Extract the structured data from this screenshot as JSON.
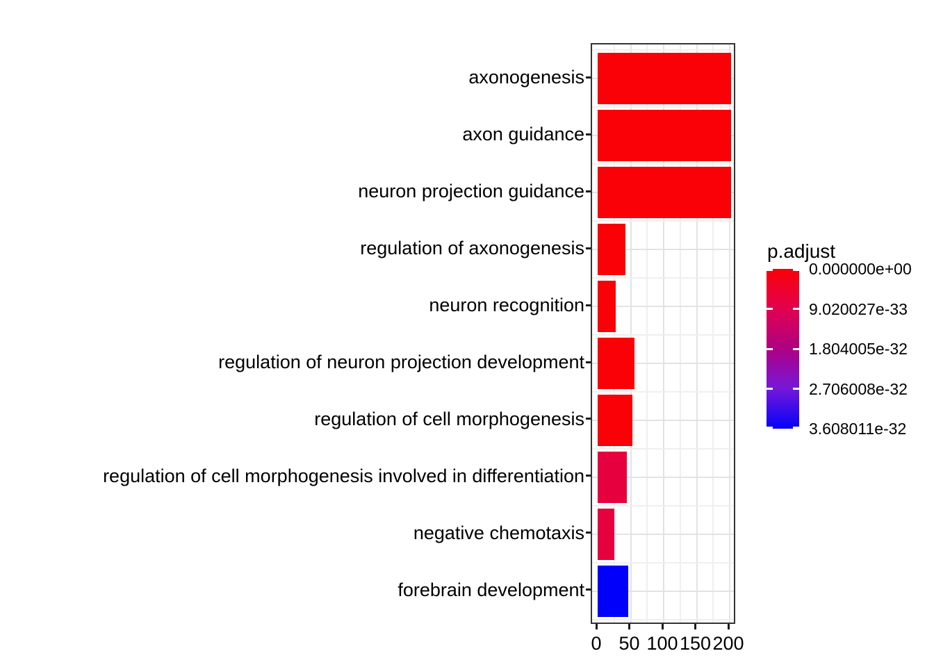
{
  "figure": {
    "background": "#ffffff",
    "description": "horizontal GO enrichment bar plot"
  },
  "chart_data": {
    "type": "bar",
    "orientation": "horizontal",
    "title": "",
    "xlabel": "",
    "ylabel": "",
    "categories": [
      "axonogenesis",
      "axon guidance",
      "neuron projection guidance",
      "regulation of axonogenesis",
      "neuron recognition",
      "regulation of neuron projection development",
      "regulation of cell morphogenesis",
      "regulation of cell morphogenesis involved in differentiation",
      "negative chemotaxis",
      "forebrain development"
    ],
    "values": [
      202,
      202,
      202,
      42,
      27,
      56,
      53,
      44,
      25,
      46
    ],
    "bar_colors": [
      "#f90106",
      "#f90106",
      "#f90106",
      "#f90106",
      "#f90106",
      "#f90106",
      "#f90106",
      "#e6013e",
      "#e6013e",
      "#0101fb"
    ],
    "xlim": [
      0,
      210
    ],
    "x_tick_labels": [
      "0",
      "50",
      "100",
      "150",
      "200"
    ],
    "x_tick_values": [
      0,
      50,
      100,
      150,
      200
    ],
    "x_minor_values": [
      25,
      75,
      125,
      175
    ],
    "grid": true,
    "legend": {
      "title": "p.adjust",
      "position": "right",
      "style": "colorbar",
      "labels": [
        "0.000000e+00",
        "9.020027e-33",
        "1.804005e-32",
        "2.706008e-32",
        "3.608011e-32"
      ],
      "gradient_stops": [
        "#fb0105",
        "#e20150",
        "#ae0183",
        "#7517d9",
        "#0402fb"
      ]
    }
  },
  "colors": {
    "bar_red": "#f90106",
    "bar_crimson": "#e6013e",
    "bar_blue": "#0101fb",
    "grid_major": "#e3e3e3",
    "grid_minor": "#efefef",
    "panel_border": "#333333",
    "tick": "#1a1a1a",
    "text": "#000000"
  }
}
